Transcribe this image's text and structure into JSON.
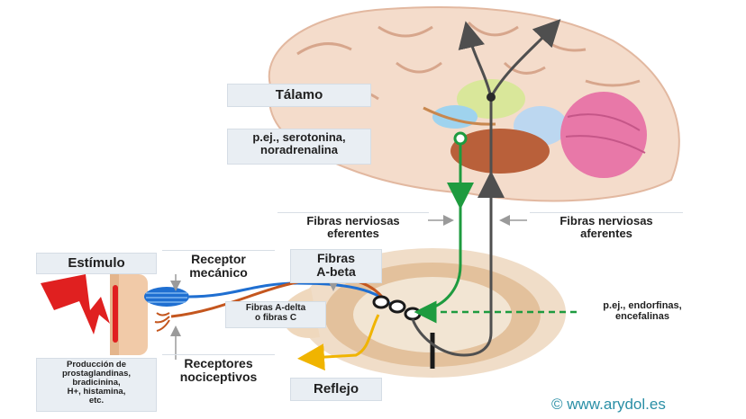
{
  "labels": {
    "talamo": "Tálamo",
    "serotonina": "p.ej., serotonina,\nnoradrenalina",
    "eferentes": "Fibras nerviosas\neferentes",
    "aferentes": "Fibras nerviosas\naferentes",
    "estimulo": "Estímulo",
    "receptor_mecanico": "Receptor\nmecánico",
    "fibras_abeta": "Fibras\nA-beta",
    "fibras_adelta": "Fibras A-delta\no fibras C",
    "endorfinas": "p.ej., endorfinas,\nencefalinas",
    "receptores_nociceptivos": "Receptores\nnociceptivos",
    "produccion": "Producción de\nprostaglandinas,\nbradicinina,\nH+, histamina,\netc.",
    "reflejo": "Reflejo"
  },
  "watermark": "© www.arydol.es",
  "colors": {
    "efferent": "#1e9b3f",
    "afferent": "#4f4f4f",
    "abeta": "#1f6fd1",
    "adelta": "#c4561e",
    "stimulus": "#e02020",
    "reflex": "#f0b400",
    "watermark": "#2a8fa6"
  }
}
